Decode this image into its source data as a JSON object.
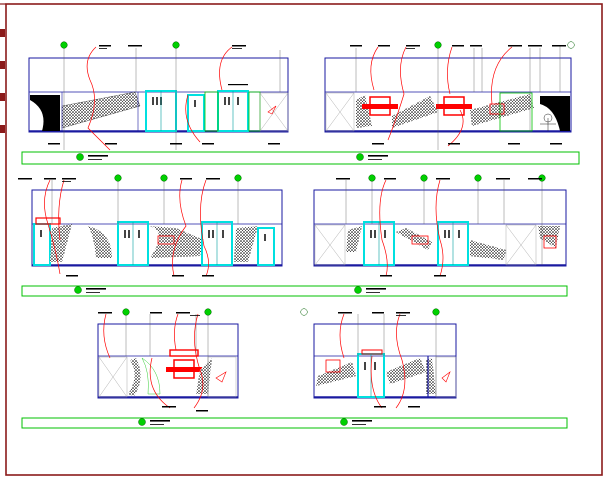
{
  "drawing": {
    "colors": {
      "frame": "#8b1a1a",
      "wall": "#1a1aa0",
      "cyan": "#00e0e0",
      "green": "#00c000",
      "red": "#ff0000",
      "hatch": "#000000"
    },
    "elevations": [
      {
        "id": "elev-1",
        "bays": 7
      },
      {
        "id": "elev-2",
        "bays": 7
      },
      {
        "id": "elev-3",
        "bays": 6
      },
      {
        "id": "elev-4",
        "bays": 6
      },
      {
        "id": "elev-5",
        "bays": 3
      },
      {
        "id": "elev-6",
        "bays": 3
      }
    ]
  }
}
